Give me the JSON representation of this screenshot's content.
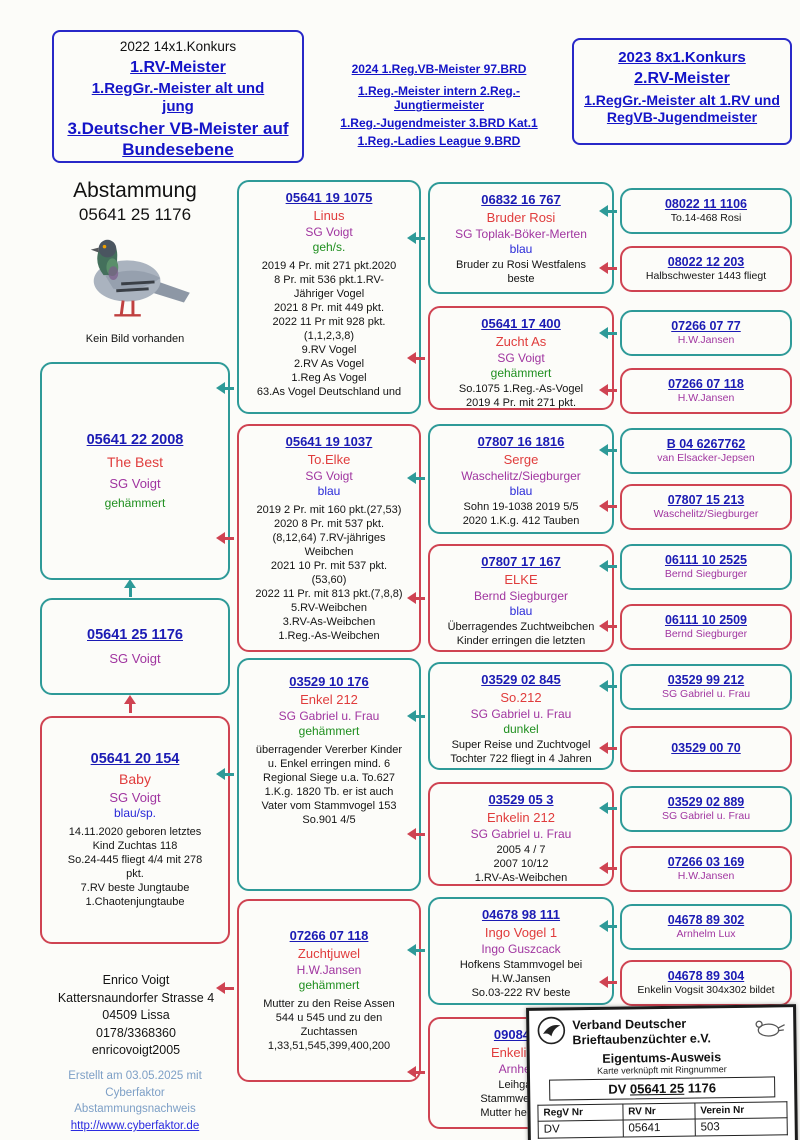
{
  "colors": {
    "teal": "#2e9a98",
    "red": "#cf4352",
    "ring_blue": "#1b1bb4",
    "name_red": "#e03c3c",
    "breeder_purple": "#a035a0",
    "green": "#1f8f1f",
    "blue_word": "#2929d8",
    "header_blue": "#1414c8"
  },
  "header": {
    "left": {
      "year": "2022    14x1.Konkurs",
      "lines": [
        "1.RV-Meister",
        "1.RegGr.-Meister alt und jung",
        "3.Deutscher VB-Meister auf Bundesebene"
      ]
    },
    "middle": {
      "lines": [
        "2024 1.Reg.VB-Meister 97.BRD",
        "1.Reg.-Meister intern 2.Reg.-Jungtiermeister",
        "1.Reg.-Jugendmeister   3.BRD Kat.1",
        "1.Reg.-Ladies League   9.BRD"
      ]
    },
    "right": {
      "lines": [
        "2023  8x1.Konkurs",
        "2.RV-Meister",
        "1.RegGr.-Meister alt 1.RV und RegVB-Jugendmeister"
      ]
    }
  },
  "subject": {
    "title": "Abstammung",
    "ring": "05641 25 1176",
    "no_image": "Kein Bild vorhanden"
  },
  "gen1": {
    "father": {
      "ring": "05641 22 2008",
      "name": "The Best",
      "breeder": "SG Voigt",
      "color": "gehämmert",
      "color_hex": "#1f8f1f"
    },
    "subject_box": {
      "ring": "05641 25 1176",
      "breeder": "SG Voigt"
    },
    "mother": {
      "ring": "05641 20 154",
      "name": "Baby",
      "breeder": "SG Voigt",
      "color": "blau/sp.",
      "color_hex": "#2929d8",
      "text": "14.11.2020 geboren letztes\nKind Zuchtas 118\nSo.24-445 fliegt 4/4 mit 278\npkt.\n7.RV beste Jungtaube\n1.Chaotenjungtaube"
    }
  },
  "gen2": [
    {
      "ring": "05641 19 1075",
      "name": "Linus",
      "breeder": "SG Voigt",
      "color": "geh/s.",
      "color_hex": "#1f8f1f",
      "text": "2019  4 Pr. mit 271 pkt.2020\n8 Pr. mit 536 pkt.1.RV-\nJähriger Vogel\n2021  8 Pr. mit 449 pkt.\n2022 11 Pr mit 928 pkt.\n(1,1,2,3,8)\n9.RV Vogel\n2.RV As Vogel\n1.Reg As Vogel\n63.As Vogel Deutschland und"
    },
    {
      "ring": "05641 19 1037",
      "name": "To.Elke",
      "breeder": "SG Voigt",
      "color": "blau",
      "color_hex": "#2929d8",
      "text": "2019  2 Pr. mit 160 pkt.(27,53)\n2020  8 Pr. mit 537 pkt.\n(8,12,64) 7.RV-jähriges\nWeibchen\n2021 10 Pr. mit 537 pkt.\n(53,60)\n2022 11 Pr. mit 813 pkt.(7,8,8)\n5.RV-Weibchen\n3.RV-As-Weibchen\n1.Reg.-As-Weibchen"
    },
    {
      "ring": "03529 10 176",
      "name": "Enkel 212",
      "breeder": "SG Gabriel u. Frau",
      "color": "gehämmert",
      "color_hex": "#1f8f1f",
      "text": "überragender Vererber Kinder\nu. Enkel erringen mind. 6\nRegional Siege u.a. To.627\n1.K.g. 1820 Tb. er ist auch\nVater vom Stammvogel 153\nSo.901  4/5"
    },
    {
      "ring": "07266 07 118",
      "name": "Zuchtjuwel",
      "breeder": "H.W.Jansen",
      "color": "gehämmert",
      "color_hex": "#1f8f1f",
      "text": "Mutter zu den Reise Assen\n544 u 545 und zu den\nZuchtassen\n1,33,51,545,399,400,200"
    }
  ],
  "gen3": [
    {
      "ring": "06832 16 767",
      "name": "Bruder Rosi",
      "breeder": "SG Toplak-Böker-Merten",
      "color": "blau",
      "color_hex": "#2929d8",
      "text": "Bruder zu Rosi Westfalens\nbeste"
    },
    {
      "ring": "05641 17 400",
      "name": "Zucht As",
      "breeder": "SG Voigt",
      "color": "gehämmert",
      "color_hex": "#1f8f1f",
      "text": "So.1075 1.Reg.-As-Vogel\n2019  4 Pr. mit 271 pkt."
    },
    {
      "ring": "07807 16 1816",
      "name": "Serge",
      "breeder": "Waschelitz/Siegburger",
      "color": "blau",
      "color_hex": "#2929d8",
      "text": "Sohn 19-1038  2019  5/5\n2020 1.K.g. 412 Tauben"
    },
    {
      "ring": "07807 17 167",
      "name": "ELKE",
      "breeder": "Bernd Siegburger",
      "color": "blau",
      "color_hex": "#2929d8",
      "text": "Überragendes Zuchtweibchen\nKinder erringen die letzten"
    },
    {
      "ring": "03529 02 845",
      "name": "So.212",
      "breeder": "SG Gabriel u. Frau",
      "color": "dunkel",
      "color_hex": "#1f8f1f",
      "text": "Super Reise und Zuchtvogel\nTochter 722 fliegt in 4 Jahren"
    },
    {
      "ring": "03529 05 3",
      "name": "Enkelin 212",
      "breeder": "SG Gabriel u. Frau",
      "color": "",
      "color_hex": "#141414",
      "text": "2005   4 / 7\n2007  10/12\n1.RV-As-Weibchen"
    },
    {
      "ring": "04678 98 111",
      "name": "Ingo Vogel 1",
      "breeder": "Ingo Guszcack",
      "color": "",
      "color_hex": "#141414",
      "text": "Hofkens Stammvogel bei\nH.W.Jansen\nSo.03-222 RV beste"
    },
    {
      "ring": "09084 00",
      "name": "Enkelin Fli",
      "breeder": "Arnhelm",
      "color": "",
      "color_hex": "#141414",
      "text": "Leihgabe\nStammweibchen\nMutter hervorrag"
    }
  ],
  "gen4": [
    {
      "ring": "08022 11 1106",
      "sub": "To.14-468 Rosi",
      "sub_color": "#141414"
    },
    {
      "ring": "08022 12 203",
      "sub": "Halbschwester 1443 fliegt",
      "sub_color": "#141414"
    },
    {
      "ring": "07266 07 77",
      "sub": "H.W.Jansen",
      "sub_color": "#a035a0"
    },
    {
      "ring": "07266 07 118",
      "sub": "H.W.Jansen",
      "sub_color": "#a035a0"
    },
    {
      "ring": "B 04 6267762",
      "sub": "van Elsacker-Jepsen",
      "sub_color": "#a035a0"
    },
    {
      "ring": "07807 15 213",
      "sub": "Waschelitz/Siegburger",
      "sub_color": "#a035a0"
    },
    {
      "ring": "06111 10 2525",
      "sub": "Bernd Siegburger",
      "sub_color": "#a035a0"
    },
    {
      "ring": "06111 10 2509",
      "sub": "Bernd Siegburger",
      "sub_color": "#a035a0"
    },
    {
      "ring": "03529 99 212",
      "sub": "SG Gabriel u. Frau",
      "sub_color": "#a035a0"
    },
    {
      "ring": "03529 00 70",
      "sub": "",
      "sub_color": "#141414"
    },
    {
      "ring": "03529 02 889",
      "sub": "SG Gabriel u. Frau",
      "sub_color": "#a035a0"
    },
    {
      "ring": "07266 03 169",
      "sub": "H.W.Jansen",
      "sub_color": "#a035a0"
    },
    {
      "ring": "04678 89 302",
      "sub": "Arnhelm Lux",
      "sub_color": "#a035a0"
    },
    {
      "ring": "04678 89 304",
      "sub": "Enkelin Vogsit 304x302 bildet",
      "sub_color": "#141414"
    }
  ],
  "contact": {
    "name": "Enrico Voigt",
    "street": "Kattersnaundorfer Strasse 4",
    "city": "04509 Lissa",
    "phone": "0178/3368360",
    "email": "enricovoigt2005"
  },
  "footer": {
    "line1": "Erstellt am 03.05.2025 mit",
    "line2": "Cyberfaktor",
    "line3": "Abstammungsnachweis",
    "url": "http://www.cyberfaktor.de"
  },
  "card": {
    "org_line1": "Verband Deutscher",
    "org_line2": "Brieftaubenzüchter e.V.",
    "title": "Eigentums-Ausweis",
    "subtitle": "Karte verknüpft mit Ringnummer",
    "ring_prefix": "DV",
    "ring_mid": "05641 25",
    "ring_suffix": "1176",
    "table_headers": [
      "RegV Nr",
      "RV Nr",
      "Verein Nr"
    ],
    "table_row": [
      "DV",
      "05641",
      "503"
    ]
  }
}
